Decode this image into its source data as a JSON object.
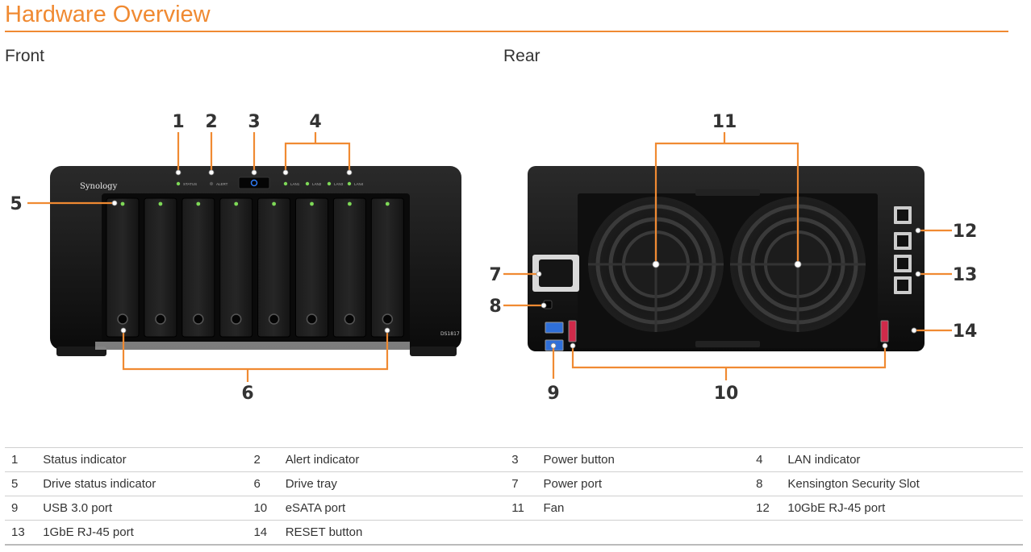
{
  "page": {
    "title": "Hardware Overview",
    "front_label": "Front",
    "rear_label": "Rear"
  },
  "device": {
    "brand": "Synology",
    "model": "DS1817",
    "front_led_labels": [
      "STATUS",
      "ALERT",
      "LAN1",
      "LAN2",
      "LAN3",
      "LAN4"
    ]
  },
  "callouts": {
    "front": [
      "1",
      "2",
      "3",
      "4",
      "5",
      "6"
    ],
    "rear": [
      "7",
      "8",
      "9",
      "10",
      "11",
      "12",
      "13",
      "14"
    ]
  },
  "legend": [
    [
      {
        "n": "1",
        "label": "Status indicator"
      },
      {
        "n": "2",
        "label": "Alert indicator"
      },
      {
        "n": "3",
        "label": "Power button"
      },
      {
        "n": "4",
        "label": "LAN indicator"
      }
    ],
    [
      {
        "n": "5",
        "label": "Drive status indicator"
      },
      {
        "n": "6",
        "label": "Drive tray"
      },
      {
        "n": "7",
        "label": "Power port"
      },
      {
        "n": "8",
        "label": "Kensington Security Slot"
      }
    ],
    [
      {
        "n": "9",
        "label": "USB 3.0 port"
      },
      {
        "n": "10",
        "label": "eSATA port"
      },
      {
        "n": "11",
        "label": "Fan"
      },
      {
        "n": "12",
        "label": "10GbE RJ-45 port"
      }
    ],
    [
      {
        "n": "13",
        "label": "1GbE RJ-45 port"
      },
      {
        "n": "14",
        "label": "RESET button"
      },
      {
        "n": "",
        "label": ""
      },
      {
        "n": "",
        "label": ""
      }
    ]
  ],
  "colors": {
    "accent": "#f08a32",
    "led_green": "#7ed957",
    "power_blue": "#2f7cf6",
    "usb_blue": "#2f6fd8",
    "esata_red": "#d02a4a"
  }
}
